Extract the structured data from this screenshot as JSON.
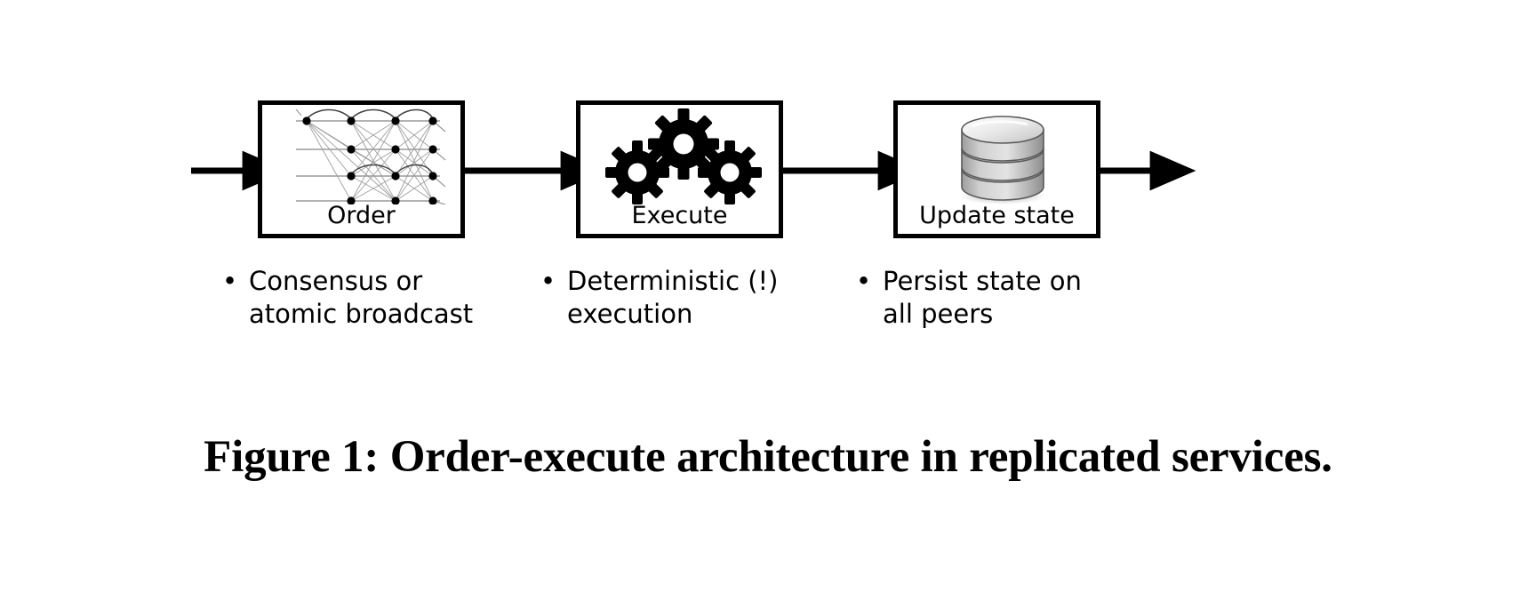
{
  "figure": {
    "caption": "Figure 1: Order-execute architecture in replicated services.",
    "background_color": "#ffffff",
    "stroke_color": "#000000"
  },
  "pipeline": {
    "stages": [
      {
        "id": "order",
        "label": "Order",
        "icon": "consensus-network-icon",
        "bullet_marker": "•",
        "bullet_text": "Consensus or\natomic broadcast"
      },
      {
        "id": "execute",
        "label": "Execute",
        "icon": "gears-icon",
        "bullet_marker": "•",
        "bullet_text": "Deterministic (!)\nexecution"
      },
      {
        "id": "update-state",
        "label": "Update state",
        "icon": "database-cylinder-icon",
        "bullet_marker": "•",
        "bullet_text": "Persist state on\nall peers"
      }
    ],
    "connectors": [
      {
        "id": "input-arrow",
        "kind": "arrow"
      },
      {
        "id": "order-to-execute-arrow",
        "kind": "arrow"
      },
      {
        "id": "execute-to-update-arrow",
        "kind": "arrow"
      },
      {
        "id": "output-arrow",
        "kind": "arrow"
      }
    ]
  },
  "icon_colors": {
    "database_top": "#f2f2f2",
    "database_body_light": "#d8d8d8",
    "database_body_dark": "#909090",
    "database_edge": "#5a5a5a",
    "network_line": "#9a9a9a",
    "network_node": "#000000",
    "gear": "#000000"
  }
}
